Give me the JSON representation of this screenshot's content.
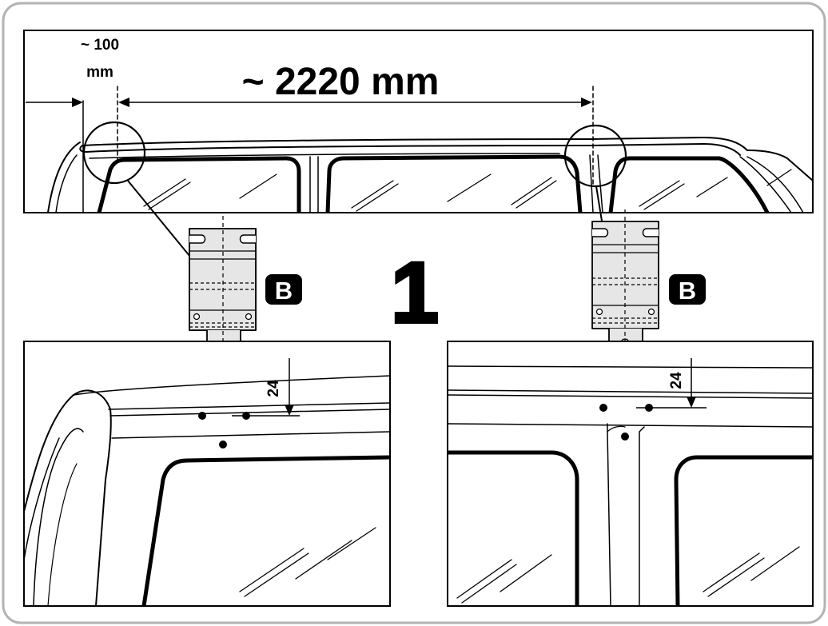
{
  "step": {
    "number": "1"
  },
  "dimensions": {
    "offset_value": "~ 100",
    "offset_unit": "mm",
    "spacing": "~ 2220 mm",
    "hole_offset_left": "24",
    "hole_offset_right": "24"
  },
  "parts": {
    "bracket_left_label": "B",
    "bracket_right_label": "B"
  },
  "colors": {
    "ink": "#000000",
    "frame": "#b3b3b3",
    "bracket_fill": "#e6e6e6",
    "background": "#ffffff"
  }
}
